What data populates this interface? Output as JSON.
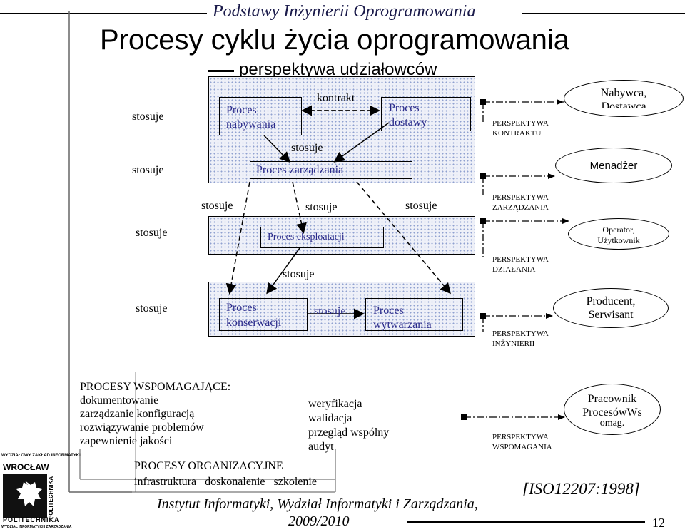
{
  "header": {
    "title": "Podstawy Inżynierii Oprogramowania"
  },
  "slide": {
    "title": "Procesy cyklu życia oprogramowania",
    "subtitle": "perspektywa udziałowców"
  },
  "left_labels": [
    "stosuje",
    "stosuje",
    "stosuje",
    "stosuje"
  ],
  "processes": {
    "nabywania": [
      "Proces",
      "nabywania"
    ],
    "dostawy": [
      "Proces",
      "dostawy"
    ],
    "kontrakt": "kontrakt",
    "zarzadzania": "Proces zarządzania",
    "eksploatacji": "Proces eksploatacji",
    "konserwacji": [
      "Proces",
      "konserwacji"
    ],
    "wytwarzania": [
      "Proces",
      "wytwarzania"
    ]
  },
  "edge_labels": {
    "top_stosuje": "stosuje",
    "row_a": "stosuje",
    "row_b": "stosuje",
    "row_c": "stosuje",
    "mid_stosuje": "stosuje",
    "between_stosuje": "stosuje"
  },
  "perspectives": [
    [
      "PERSPEKTYWA",
      "KONTRAKTU"
    ],
    [
      "PERSPEKTYWA",
      "ZARZĄDZANIA"
    ],
    [
      "PERSPEKTYWA",
      "DZIAŁANIA"
    ],
    [
      "PERSPEKTYWA",
      "INŻYNIERII"
    ],
    [
      "PERSPEKTYWA",
      "WSPOMAGANIA"
    ]
  ],
  "roles": {
    "nabywca": [
      "Nabywca,",
      "Dostawca"
    ],
    "menadzer": "Menadżer",
    "operator": [
      "Operator,",
      "Użytkownik"
    ],
    "producent": [
      "Producent,",
      "Serwisant"
    ],
    "pracownik": [
      "Pracownik",
      "ProcesówWs",
      "omag."
    ]
  },
  "support": {
    "heading": "PROCESY WSPOMAGAJĄCE:",
    "left": [
      "dokumentowanie",
      "zarządzanie konfiguracją",
      "rozwiązywanie problemów",
      "zapewnienie jakości"
    ],
    "right": [
      "weryfikacja",
      "walidacja",
      "przegląd wspólny",
      "audyt"
    ]
  },
  "organizational": {
    "heading": "PROCESY ORGANIZACYJNE",
    "items": [
      "infrastruktura",
      "doskonalenie",
      "szkolenie"
    ]
  },
  "footer": {
    "institute": "Instytut Informatyki, Wydział Informatyki i Zarządzania,",
    "year": "2009/2010",
    "reference": "[ISO12207:1998]",
    "page": "12"
  },
  "logo": {
    "top_text": "WYDZIAŁOWY ZAKŁAD INFORMATYKI",
    "city": "WROCŁAW",
    "school": "POLITECHNIKA",
    "ring_text": "WYDZIAŁ INFORMATYKI I ZARZĄDZANIA"
  }
}
